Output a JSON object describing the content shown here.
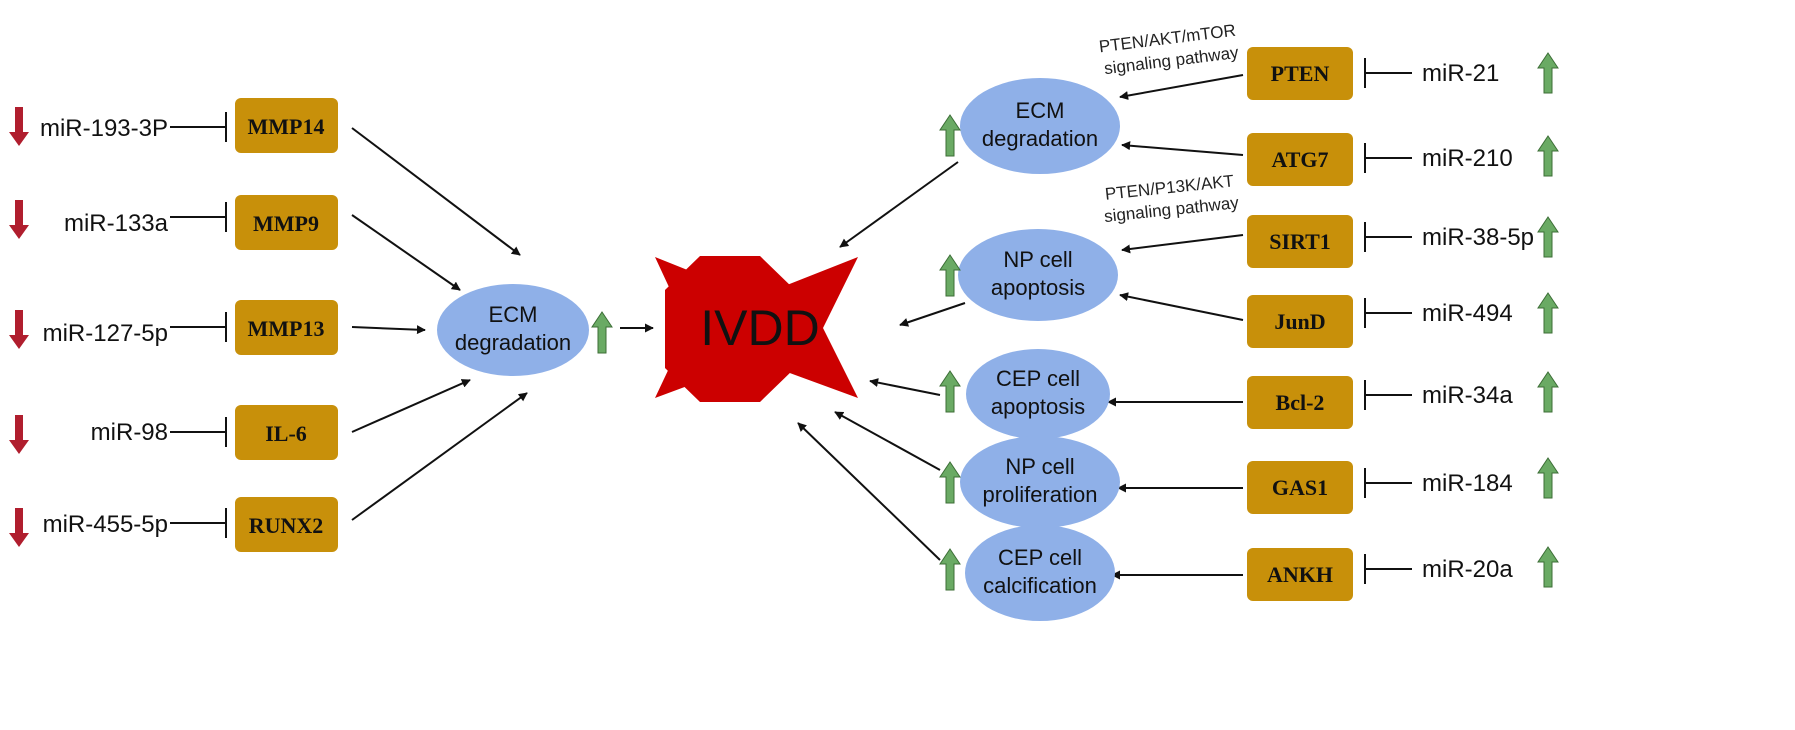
{
  "center": {
    "label": "IVDD",
    "fill": "#cc0000"
  },
  "colors": {
    "gene_box": "#c8900a",
    "ellipse": "#8fb0e8",
    "up_arrow": "#6aaa64",
    "down_arrow": "#b01e2e",
    "line": "#111111"
  },
  "left": {
    "mirnas": [
      "miR-193-3P",
      "miR-133a",
      "miR-127-5p",
      "miR-98",
      "miR-455-5p"
    ],
    "genes": [
      "MMP14",
      "MMP9",
      "MMP13",
      "IL-6",
      "RUNX2"
    ],
    "regulation": "down-arrow",
    "process": [
      "ECM",
      "degradation"
    ],
    "process_regulation": "up-arrow"
  },
  "right": {
    "genes": [
      "PTEN",
      "ATG7",
      "SIRT1",
      "JunD",
      "Bcl-2",
      "GAS1",
      "ANKH"
    ],
    "mirnas": [
      "miR-21",
      "miR-210",
      "miR-38-5p",
      "miR-494",
      "miR-34a",
      "miR-184",
      "miR-20a"
    ],
    "regulation": "up-arrow",
    "processes": [
      [
        "ECM",
        "degradation"
      ],
      [
        "NP cell",
        "apoptosis"
      ],
      [
        "CEP cell",
        "apoptosis"
      ],
      [
        "NP cell",
        "proliferation"
      ],
      [
        "CEP cell",
        "calcification"
      ]
    ],
    "process_regulation": "up-arrow"
  },
  "pathway_labels": [
    [
      "PTEN/AKT/mTOR",
      "signaling pathway"
    ],
    [
      "PTEN/P13K/AKT",
      "signaling pathway"
    ]
  ]
}
